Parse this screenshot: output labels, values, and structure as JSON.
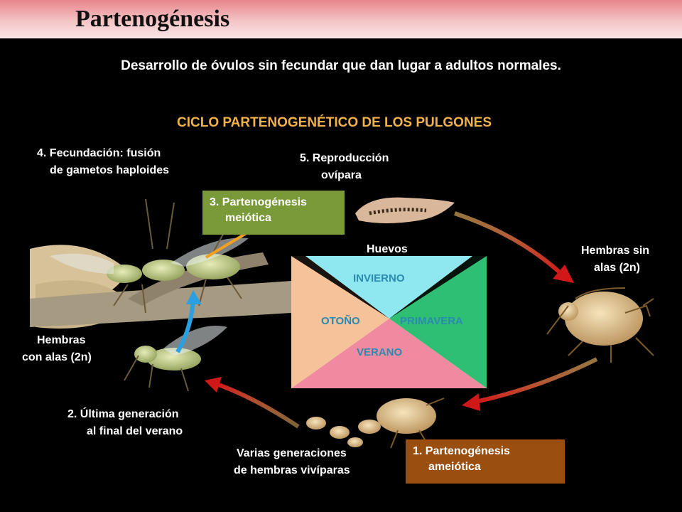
{
  "header": {
    "title": "Partenogénesis"
  },
  "subtitle": "Desarrollo de óvulos sin fecundar que dan lugar a adultos normales.",
  "cycle_title": "CICLO PARTENOGENÉTICO DE LOS PULGONES",
  "labels": {
    "fecundacion_1": "4. Fecundación: fusión",
    "fecundacion_2": "de gametos haploides",
    "reproduccion_1": "5. Reproducción",
    "reproduccion_2": "ovípara",
    "huevos": "Huevos",
    "hembras_sin_alas_1": "Hembras sin",
    "hembras_sin_alas_2": "alas (2n)",
    "hembras_con_alas_1": "Hembras",
    "hembras_con_alas_2": "con alas (2n)",
    "ultima_gen_1": "2. Última generación",
    "ultima_gen_2": "al final del verano",
    "varias_gen_1": "Varias generaciones",
    "varias_gen_2": "de hembras vivíparas"
  },
  "boxes": {
    "meiotica_1": "3. Partenogénesis",
    "meiotica_2": "meiótica",
    "ameiotica_1": "1. Partenogénesis",
    "ameiotica_2": "ameiótica"
  },
  "seasons": {
    "invierno": "INVIERNO",
    "otono": "OTOÑO",
    "primavera": "PRIMAVERA",
    "verano": "VERANO"
  },
  "colors": {
    "meiotica_box": "#7a9a3a",
    "ameiotica_box": "#9a4e10",
    "cycle_title": "#f2b24a",
    "invierno": "#8fe8ef",
    "otono": "#f6c29a",
    "primavera": "#2fbf73",
    "verano": "#ef8aa0",
    "arrow_red": "#d01818",
    "arrow_blue": "#2aa0e0"
  }
}
